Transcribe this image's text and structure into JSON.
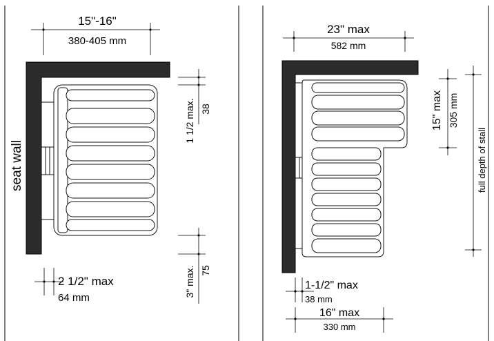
{
  "left_panel": {
    "seat_wall_label": "seat wall",
    "width_imperial": "15\"-16\"",
    "width_metric": "380-405 mm",
    "top_gap_imperial": "1 1/2 max.",
    "top_gap_metric": "38",
    "bottom_gap_imperial": "3\" max.",
    "bottom_gap_metric": "75",
    "wall_gap_imperial": "2 1/2\" max",
    "wall_gap_metric": "64 mm"
  },
  "right_panel": {
    "width_imperial": "23\" max",
    "width_metric": "582 mm",
    "extension_imperial": "15\" max",
    "extension_metric": "305 mm",
    "stall_depth_label": "full depth of stall",
    "wall_gap_imperial": "1-1/2\" max",
    "wall_gap_metric": "38 mm",
    "seat_depth_imperial": "16\" max",
    "seat_depth_metric": "330 mm"
  },
  "colors": {
    "wall": "#2b2b2b",
    "line": "#000000",
    "background": "#ffffff"
  }
}
